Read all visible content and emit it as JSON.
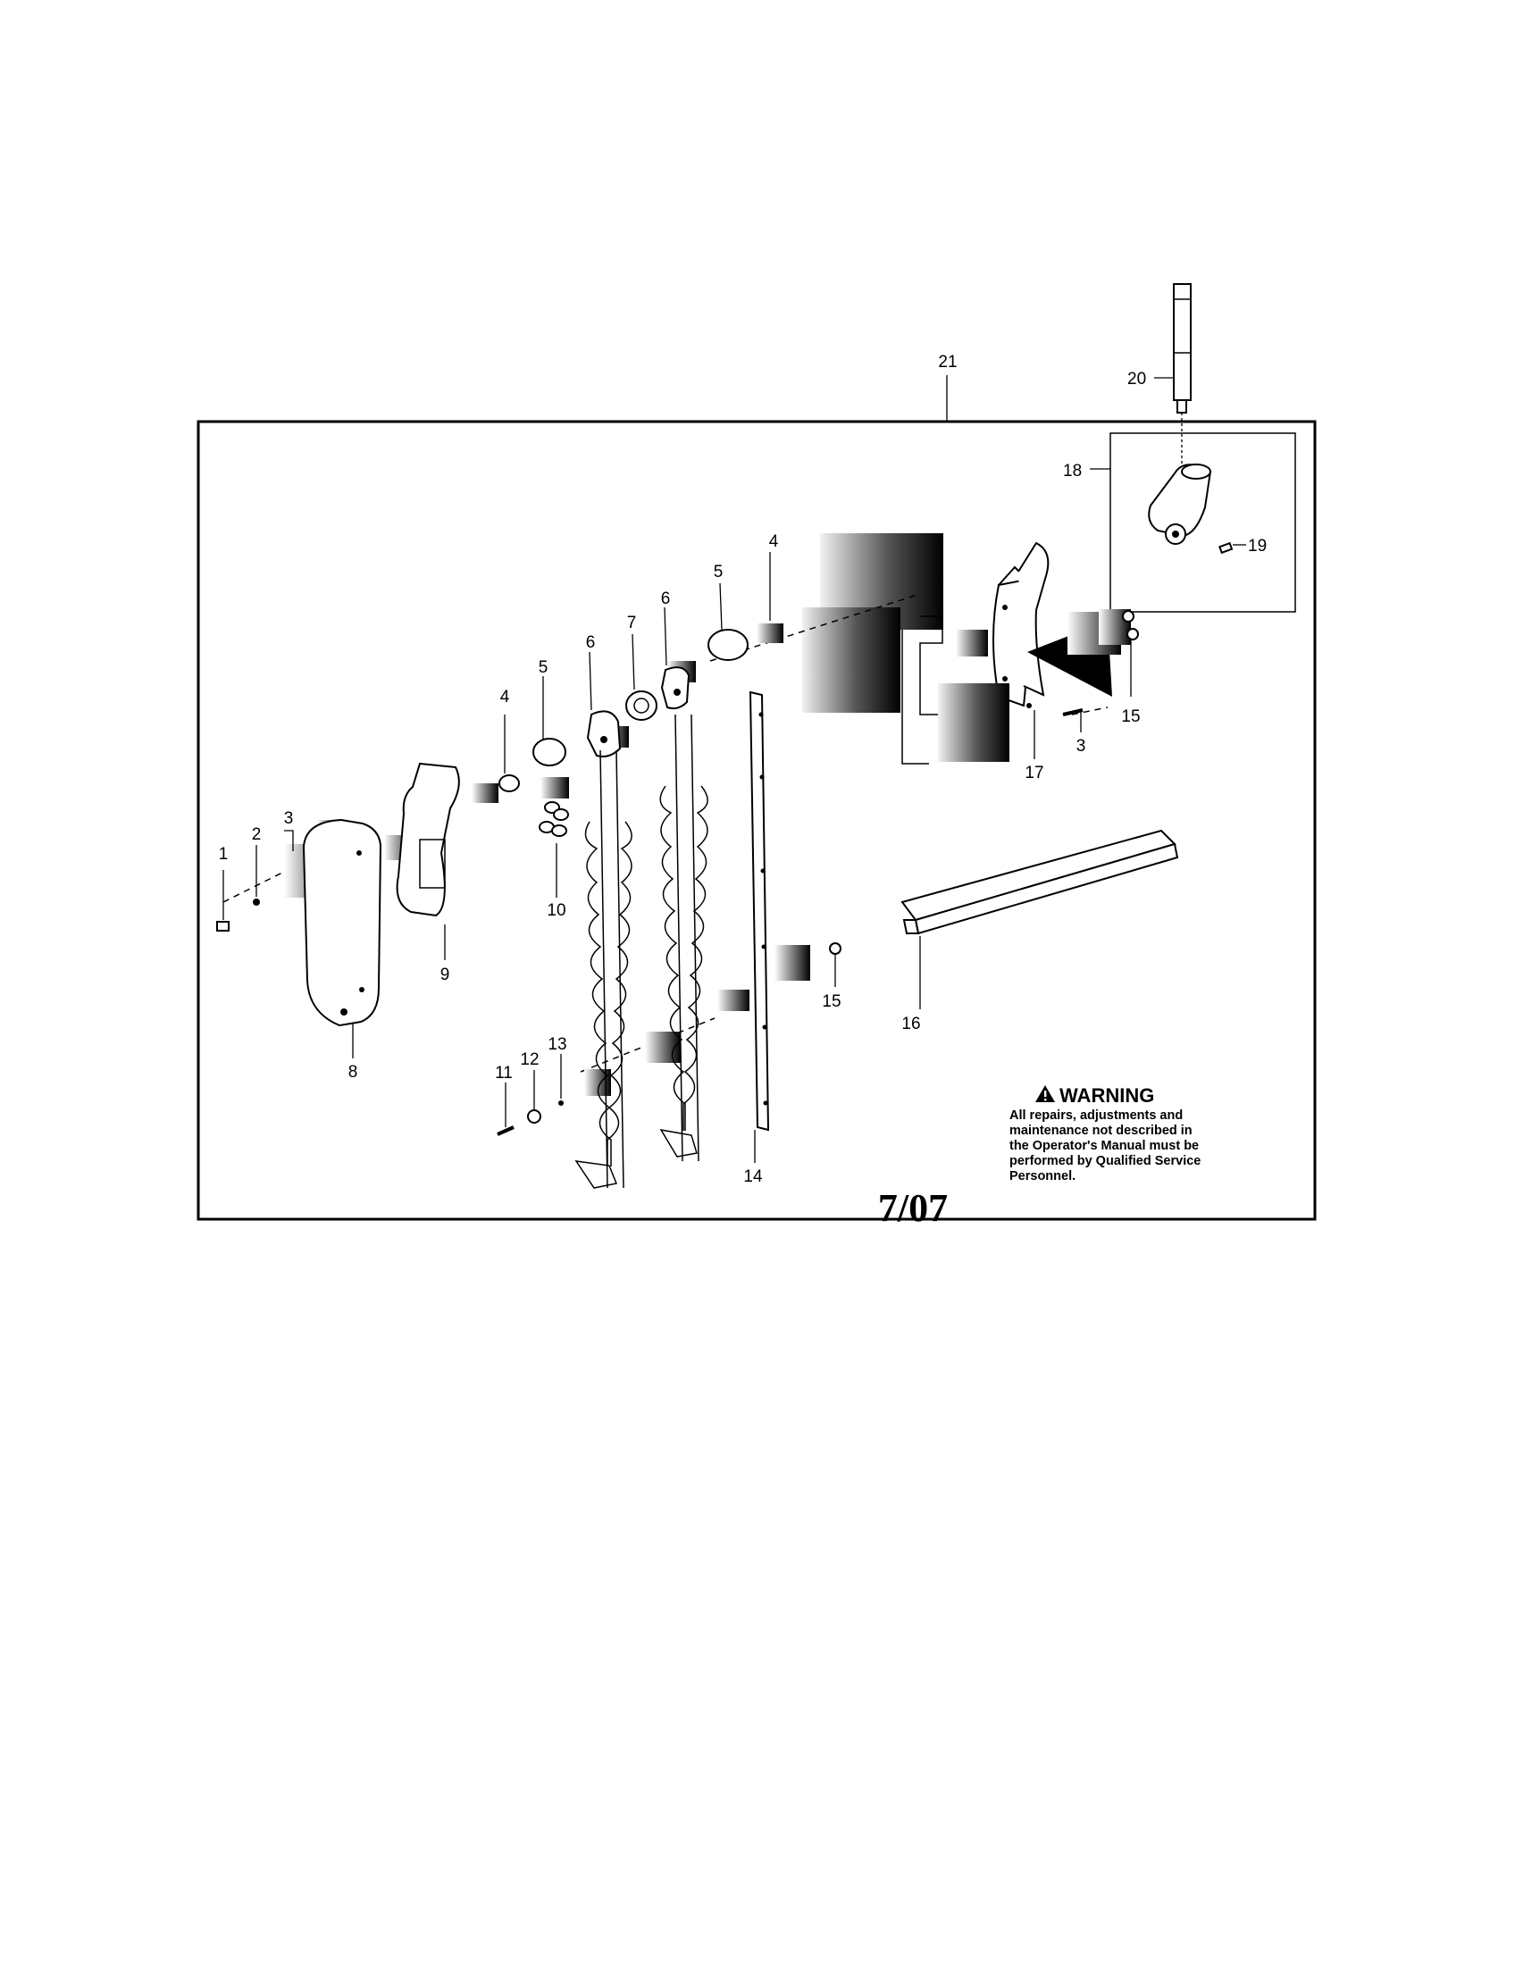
{
  "callouts": {
    "c1": "1",
    "c2": "2",
    "c3a": "3",
    "c3b": "3",
    "c4a": "4",
    "c4b": "4",
    "c5a": "5",
    "c5b": "5",
    "c6a": "6",
    "c6b": "6",
    "c7": "7",
    "c8": "8",
    "c9": "9",
    "c10": "10",
    "c11": "11",
    "c12": "12",
    "c13": "13",
    "c14": "14",
    "c15a": "15",
    "c15b": "15",
    "c16": "16",
    "c17": "17",
    "c18": "18",
    "c19": "19",
    "c20": "20",
    "c21": "21"
  },
  "warning": {
    "title": "WARNING",
    "lines": [
      "All repairs, adjustments and",
      "maintenance not described in",
      "the Operator's Manual must be",
      "performed by Qualified Service",
      "Personnel."
    ]
  },
  "date_stamp": "7/07"
}
